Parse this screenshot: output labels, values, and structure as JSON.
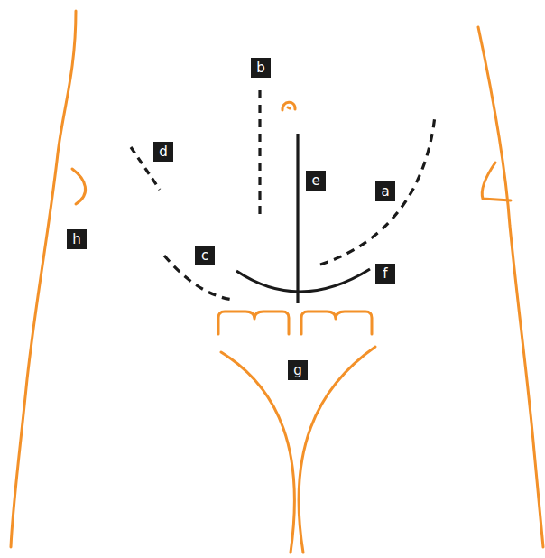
{
  "diagram": {
    "labels": [
      "b",
      "d",
      "e",
      "a",
      "h",
      "c",
      "f",
      "g"
    ]
  }
}
